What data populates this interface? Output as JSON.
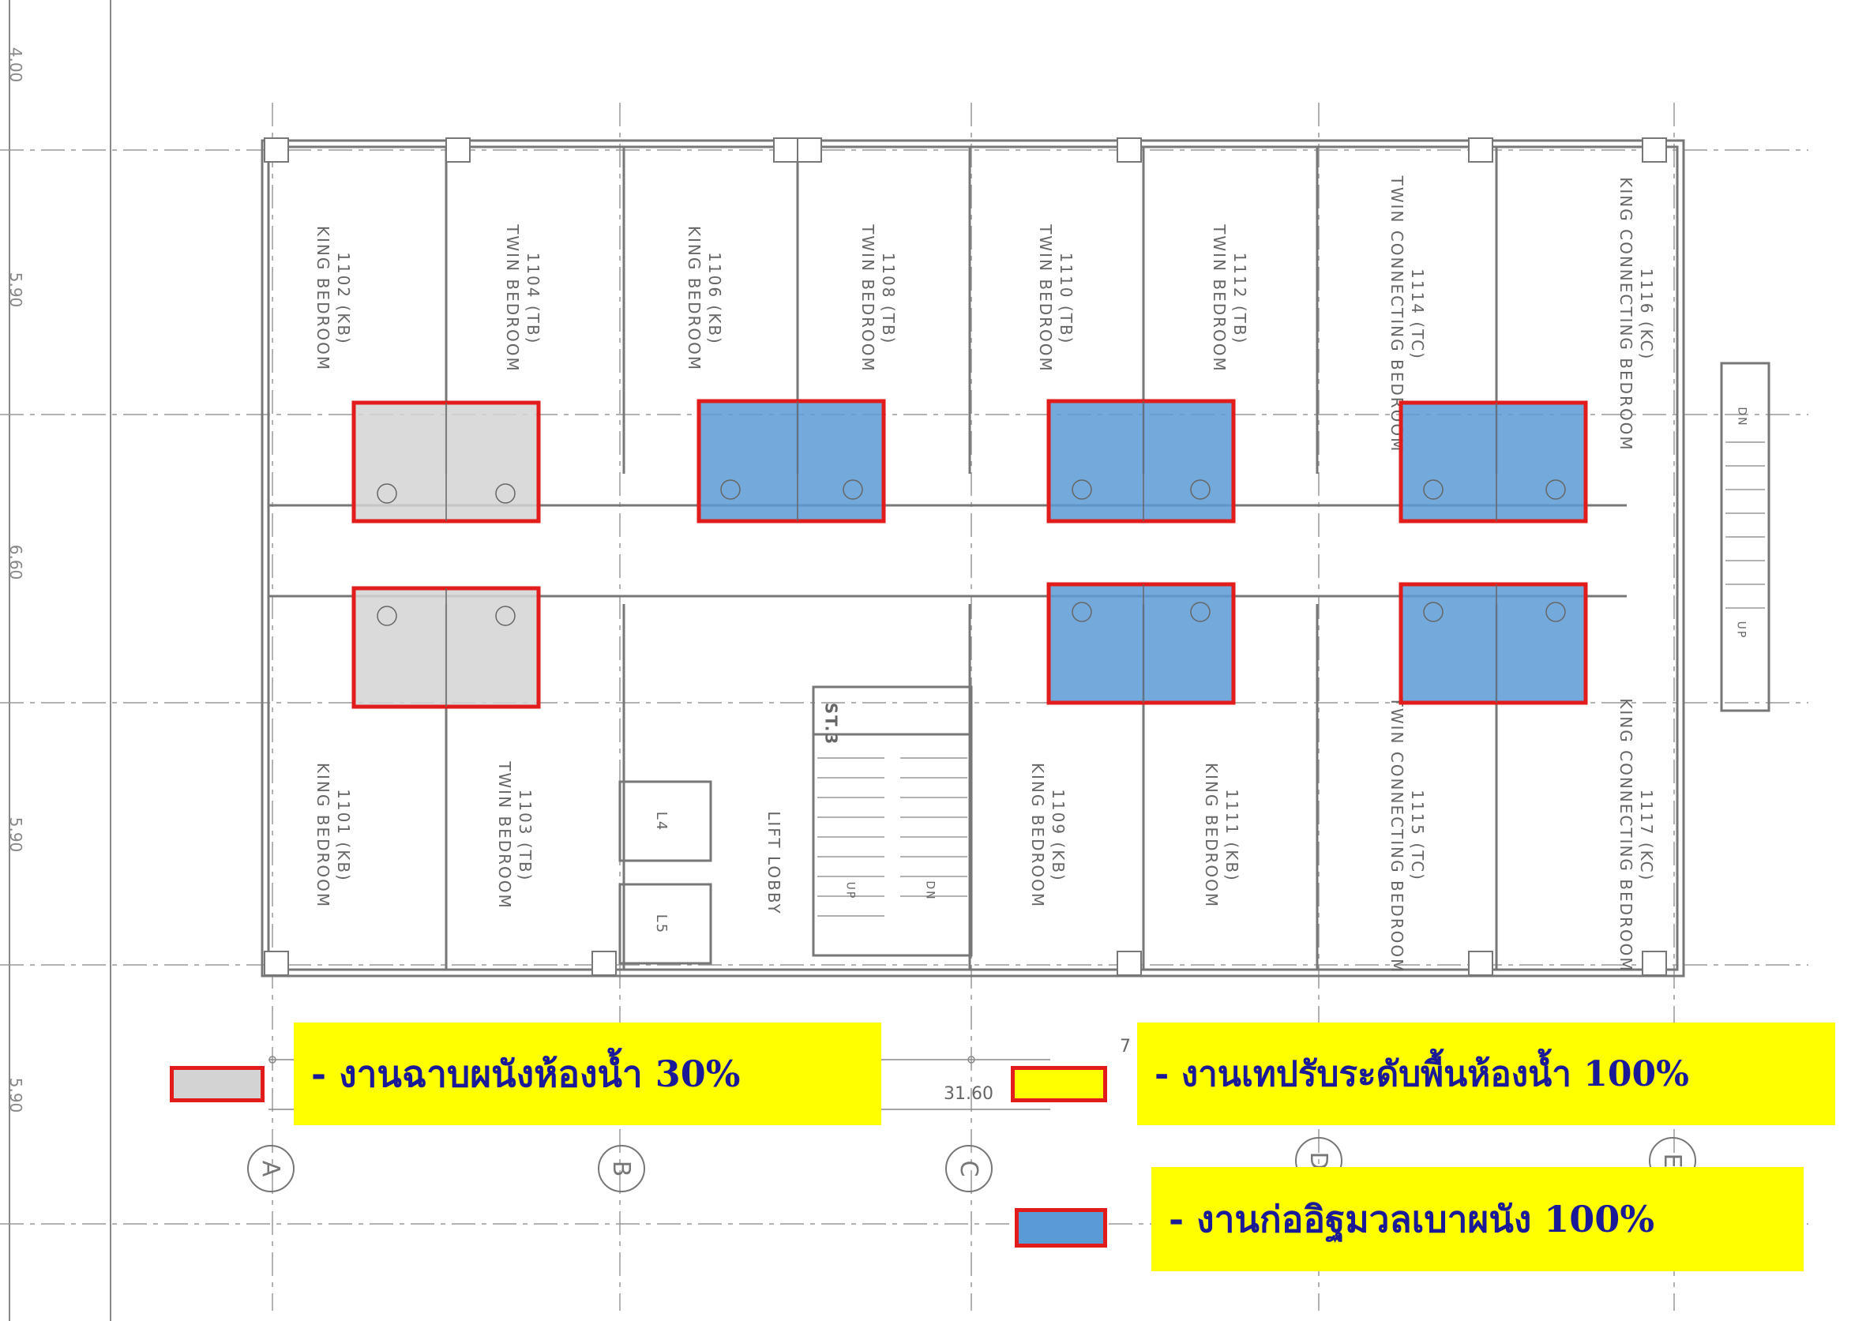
{
  "dimensions": {
    "left": [
      "4.00",
      "5.90",
      "6.60",
      "5.90",
      "5.90"
    ],
    "total": "31.60",
    "partial": "7"
  },
  "grid_axes": [
    "A",
    "B",
    "C",
    "D",
    "E"
  ],
  "rooms_top": [
    {
      "number": "1102 (KB)",
      "type": "KING BEDROOM"
    },
    {
      "number": "1104 (TB)",
      "type": "TWIN BEDROOM"
    },
    {
      "number": "1106 (KB)",
      "type": "KING BEDROOM"
    },
    {
      "number": "1108 (TB)",
      "type": "TWIN BEDROOM"
    },
    {
      "number": "1110 (TB)",
      "type": "TWIN BEDROOM"
    },
    {
      "number": "1112 (TB)",
      "type": "TWIN BEDROOM"
    },
    {
      "number": "1114 (TC)",
      "type": "TWIN CONNECTING BEDROOM"
    },
    {
      "number": "1116 (KC)",
      "type": "KING CONNECTING BEDROOM"
    }
  ],
  "rooms_bottom": [
    {
      "number": "1101 (KB)",
      "type": "KING BEDROOM"
    },
    {
      "number": "1103 (TB)",
      "type": "TWIN BEDROOM"
    },
    {
      "number": "1109 (KB)",
      "type": "KING BEDROOM"
    },
    {
      "number": "1111 (KB)",
      "type": "KING BEDROOM"
    },
    {
      "number": "1115 (TC)",
      "type": "TWIN CONNECTING BEDROOM"
    },
    {
      "number": "1117 (KC)",
      "type": "KING CONNECTING BEDROOM"
    }
  ],
  "core": {
    "lift_lobby": "LIFT LOBBY",
    "lift_1": "L4",
    "lift_2": "L5",
    "stair": "ST.3",
    "up": "UP",
    "dn": "DN",
    "stair2_up": "UP",
    "stair2_dn": "DN"
  },
  "legend": {
    "gray_label": "- งานฉาบผนังห้องน้ำ 30%",
    "yellow_label": "- งานเทปรับระดับพื้นห้องน้ำ 100%",
    "blue_label": "- งานก่ออิฐมวลเบาผนัง 100%"
  },
  "colors": {
    "gray_fill": "#d3d3d3",
    "yellow_fill": "#ffff00",
    "blue_fill": "#5b9bd5",
    "outline_red": "#e21b1b",
    "legend_text": "#1a1a99"
  }
}
